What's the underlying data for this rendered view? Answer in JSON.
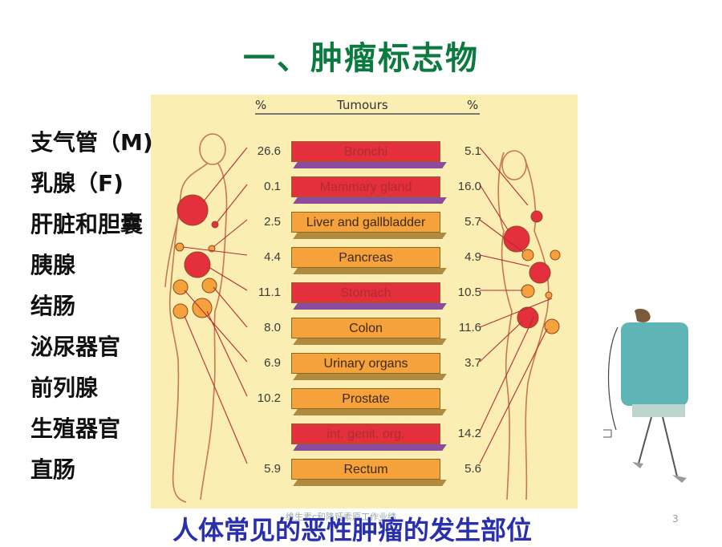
{
  "title": "一、肿瘤标志物",
  "figure": {
    "left_header": "%",
    "center_header": "Tumours",
    "right_header": "%",
    "rows": [
      {
        "label": "Bronchi",
        "left": "26.6",
        "right": "5.1",
        "tone": "red"
      },
      {
        "label": "Mammary gland",
        "left": "0.1",
        "right": "16.0",
        "tone": "red"
      },
      {
        "label": "Liver and gallbladder",
        "left": "2.5",
        "right": "5.7",
        "tone": "orange"
      },
      {
        "label": "Pancreas",
        "left": "4.4",
        "right": "4.9",
        "tone": "orange"
      },
      {
        "label": "Stomach",
        "left": "11.1",
        "right": "10.5",
        "tone": "red"
      },
      {
        "label": "Colon",
        "left": "8.0",
        "right": "11.6",
        "tone": "orange"
      },
      {
        "label": "Urinary organs",
        "left": "6.9",
        "right": "3.7",
        "tone": "orange"
      },
      {
        "label": "Prostate",
        "left": "10.2",
        "right": "",
        "tone": "orange"
      },
      {
        "label": "int. genit. org.",
        "left": "",
        "right": "14.2",
        "tone": "red"
      },
      {
        "label": "Rectum",
        "left": "5.9",
        "right": "5.6",
        "tone": "orange"
      }
    ]
  },
  "organ_list": [
    "支气管（M)",
    "乳腺（F)",
    "肝脏和胆囊",
    "胰腺",
    "结肠",
    "泌尿器官",
    "前列腺",
    "生殖器官",
    "直肠"
  ],
  "caption": "人体常见的恶性肿瘤的发生部位",
  "watermark": "维生素c和降钙素原工作业绩",
  "page_number": "3"
}
